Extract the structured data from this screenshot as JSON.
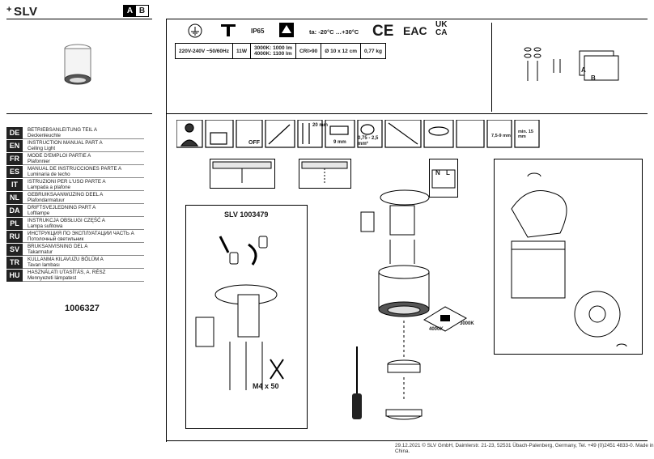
{
  "header": {
    "brand": "SLV",
    "version_a": "A",
    "version_b": "B"
  },
  "languages": [
    {
      "code": "DE",
      "title": "BETRIEBSANLEITUNG TEIL A",
      "name": "Deckenleuchte"
    },
    {
      "code": "EN",
      "title": "INSTRUCTION MANUAL PART A",
      "name": "Ceiling Light"
    },
    {
      "code": "FR",
      "title": "MODE D'EMPLOI PARTIE A",
      "name": "Plafonnier"
    },
    {
      "code": "ES",
      "title": "MANUAL DE INSTRUCCIONES PARTE A",
      "name": "Luminaria de techo"
    },
    {
      "code": "IT",
      "title": "ISTRUZIONI PER L'USO PARTE A",
      "name": "Lampada a plafone"
    },
    {
      "code": "NL",
      "title": "GEBRUIKSAANWIJZING DEEL A",
      "name": "Plafondarmatuur"
    },
    {
      "code": "DA",
      "title": "DRIFTSVEJLEDNING PART A",
      "name": "Loftlampe"
    },
    {
      "code": "PL",
      "title": "INSTRUKCJA OBSŁUGI CZĘŚĆ A",
      "name": "Lampa sufitowa"
    },
    {
      "code": "RU",
      "title": "ИНСТРУКЦИЯ ПО ЭКСПЛУАТАЦИИ ЧАСТЬ А",
      "name": "Потолочный светильник"
    },
    {
      "code": "SV",
      "title": "BRUKSANVISNING DEL A",
      "name": "Takarmatur"
    },
    {
      "code": "TR",
      "title": "KULLANMA KILAVUZU BÖLÜM A",
      "name": "Tavan lambası"
    },
    {
      "code": "HU",
      "title": "HASZNÁLATI UTASÍTÁS, A. RÉSZ",
      "name": "Mennyezeti lámpatest"
    }
  ],
  "item_number": "1006327",
  "specs": {
    "ip": "IP65",
    "ta": "ta: -20°C …+30°C",
    "ce": "CE",
    "eac": "EAC",
    "ukca_1": "UK",
    "ukca_2": "CA",
    "voltage": "220V-240V ~50/60Hz",
    "power": "11W",
    "lm_3000": "3000K: 1000 lm",
    "lm_4000": "4000K: 1100 lm",
    "cri": "CRI>90",
    "size": "Ø 10 x 12 cm",
    "weight": "0,77 kg"
  },
  "steps": {
    "off": "OFF",
    "strip_1": "20 mm",
    "strip_2": "9 mm",
    "cable": "0,75 - 2,5 mm²",
    "drill_1": "7,5-9 mm",
    "drill_2": "min. 15 mm"
  },
  "diagram": {
    "part_ref": "SLV 1003479",
    "screw": "M4 x 50",
    "cct_3000": "3000K",
    "cct_4000": "4000K",
    "terminal_n": "N",
    "terminal_l": "L",
    "kit_a": "A",
    "kit_b": "B"
  },
  "footer": "29.12.2021  © SLV GmbH, Daimlerstr. 21-23, 52531 Übach-Palenberg, Germany, Tel. +49 (0)2451 4833-0. Made in China."
}
